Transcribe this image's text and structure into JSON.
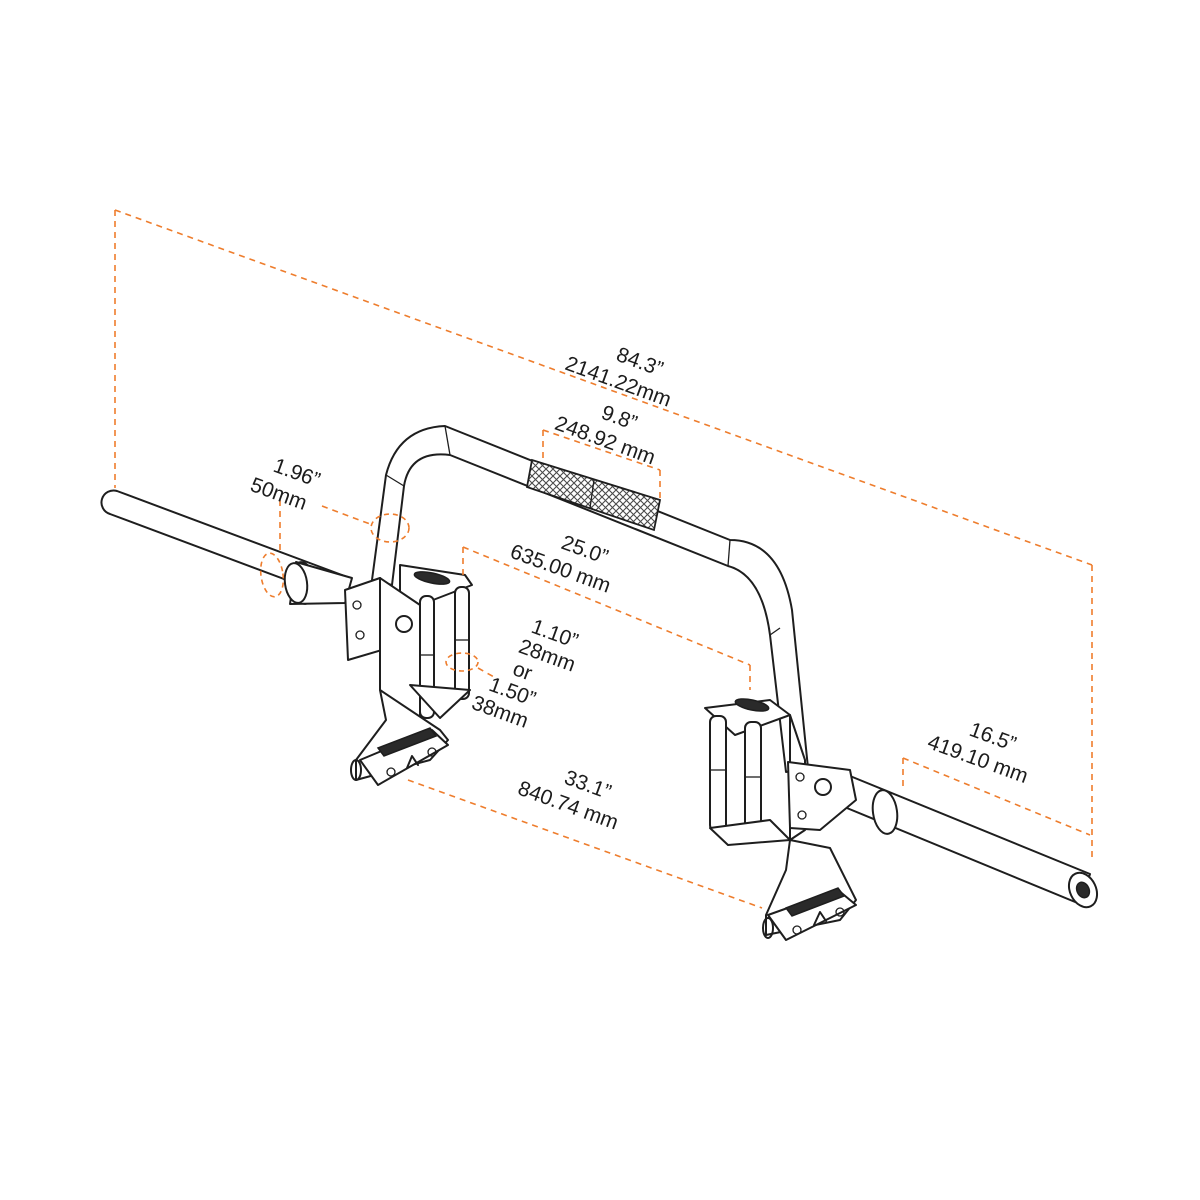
{
  "colors": {
    "dimension": "#ee7d2d",
    "outline": "#1e1e1e",
    "knurl": "#555555",
    "background": "#ffffff"
  },
  "dimensions": {
    "overall_length": {
      "imperial": "84.3”",
      "metric": "2141.22mm"
    },
    "knurl_length": {
      "imperial": "9.8”",
      "metric": "248.92 mm"
    },
    "sleeve_diameter": {
      "imperial": "1.96”",
      "metric": "50mm"
    },
    "inner_width": {
      "imperial": "25.0”",
      "metric": "635.00 mm"
    },
    "pin_diameter": {
      "imperial_a": "1.10”",
      "metric_a": "28mm",
      "or": "or",
      "imperial_b": "1.50”",
      "metric_b": "38mm"
    },
    "outer_width": {
      "imperial": "33.1”",
      "metric": "840.74 mm"
    },
    "sleeve_length": {
      "imperial": "16.5”",
      "metric": "419.10 mm"
    }
  },
  "icons": [
    "brand-logo-icon",
    "bolt-icon"
  ]
}
